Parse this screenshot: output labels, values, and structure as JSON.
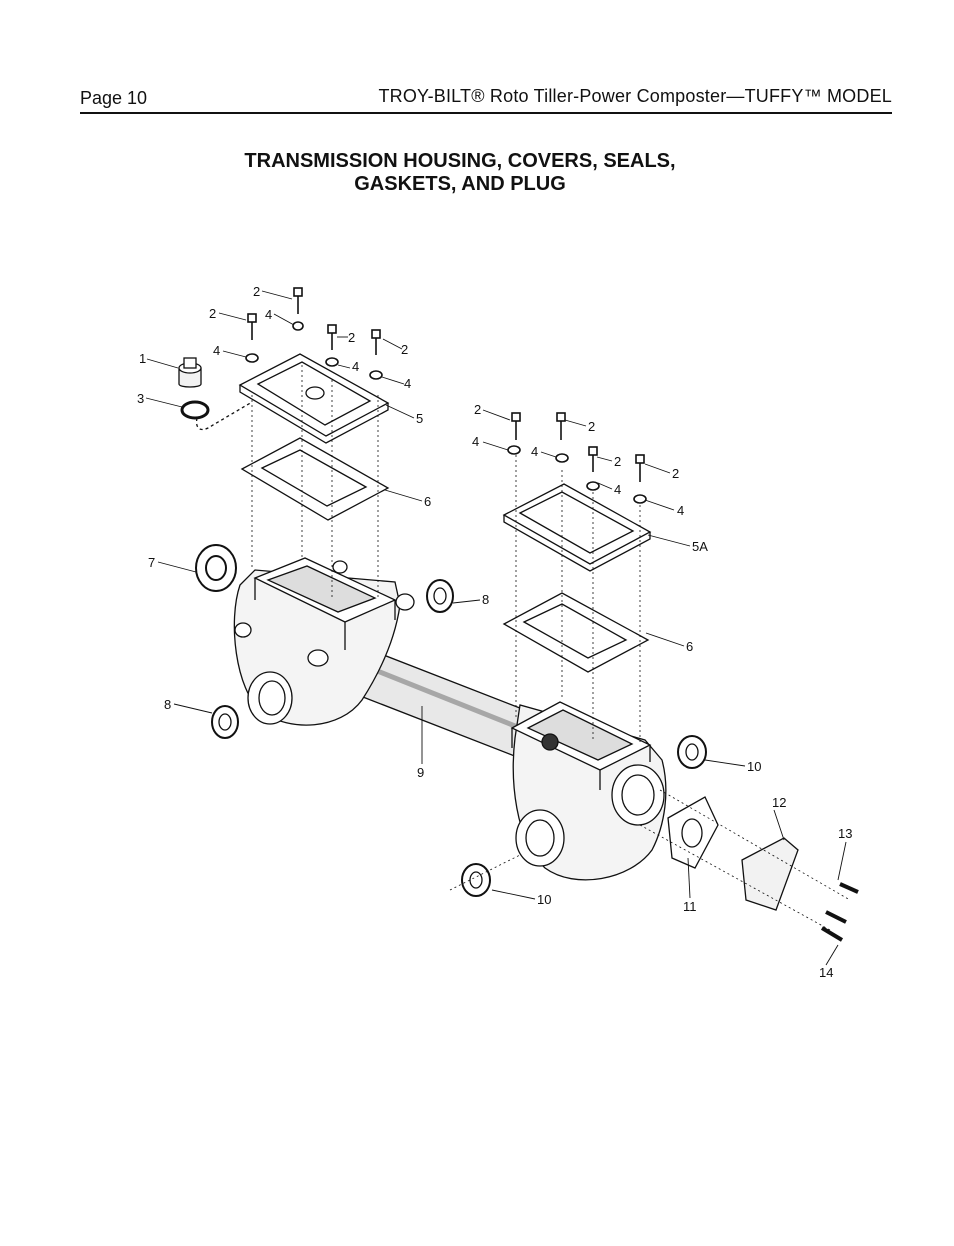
{
  "header": {
    "page": "Page 10",
    "running_title": "TROY-BILT® Roto Tiller-Power Composter—TUFFY™ MODEL"
  },
  "title": {
    "line1": "TRANSMISSION HOUSING, COVERS, SEALS,",
    "line2": "GASKETS, AND PLUG"
  },
  "callouts": {
    "c1": "1",
    "c3": "3",
    "c2a": "2",
    "c2b": "2",
    "c2c": "2",
    "c2d": "2",
    "c4a": "4",
    "c4b": "4",
    "c4c": "4",
    "c4d": "4",
    "c5": "5",
    "c6a": "6",
    "c2e": "2",
    "c2f": "2",
    "c2g": "2",
    "c2h": "2",
    "c4e": "4",
    "c4f": "4",
    "c4g": "4",
    "c4h": "4",
    "c5a": "5A",
    "c6b": "6",
    "c7": "7",
    "c8a": "8",
    "c8b": "8",
    "c9": "9",
    "c10a": "10",
    "c10b": "10",
    "c11": "11",
    "c12": "12",
    "c13": "13",
    "c14": "14"
  }
}
